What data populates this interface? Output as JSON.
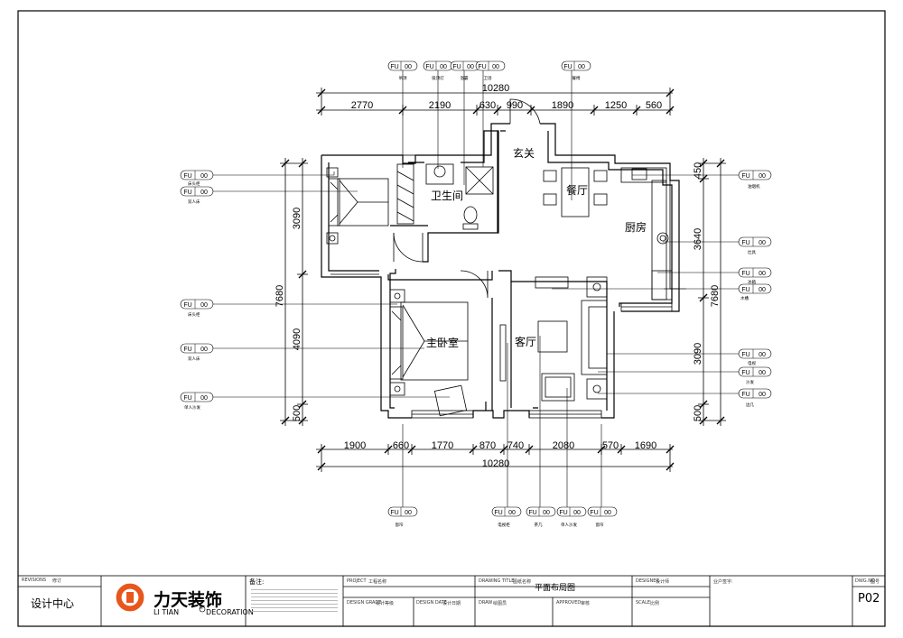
{
  "plan": {
    "rooms": [
      {
        "id": "entry",
        "label": "玄关"
      },
      {
        "id": "bath",
        "label": "卫生间"
      },
      {
        "id": "dining",
        "label": "餐厅"
      },
      {
        "id": "kitchen",
        "label": "厨房"
      },
      {
        "id": "master",
        "label": "主卧室"
      },
      {
        "id": "living",
        "label": "客厅"
      }
    ],
    "dims": {
      "top_total": "10280",
      "top_segments": [
        "2770",
        "2190",
        "630",
        "990",
        "1890",
        "1250",
        "560"
      ],
      "bottom_total": "10280",
      "bottom_segments": [
        "1900",
        "660",
        "1770",
        "870",
        "740",
        "2080",
        "570",
        "1690"
      ],
      "left_total": "7680",
      "left_segments": [
        "3090",
        "4090",
        "500"
      ],
      "right_total": "7680",
      "right_segments": [
        "450",
        "3640",
        "3090",
        "500"
      ]
    },
    "tag_prefix": "FU",
    "tag_num": "00",
    "top_tag_labels": [
      "吊顶",
      "吸顶灯",
      "浴霸",
      "卫浴",
      "餐椅"
    ],
    "left_tag_labels": [
      "床头柜",
      "双人床",
      "床头柜",
      "双人床",
      "单人沙发"
    ],
    "right_tag_labels": [
      "油烟机",
      "灶具",
      "冰箱",
      "水槽",
      "电视",
      "沙发",
      "边几"
    ],
    "bottom_tag_labels": [
      "窗帘",
      "电视柜",
      "茶几",
      "单人沙发",
      "窗帘"
    ]
  },
  "titleblock": {
    "revisions_label": "REVISIONS",
    "revisions_value": "修订",
    "design_center": "设计中心",
    "company_name": "力天装饰",
    "company_pinyin": "LI TIAN",
    "company_en": "DECORATION",
    "note_label": "备注:",
    "project_label": "PROJECT",
    "project_value": "工程名称",
    "drawing_title_label": "DRAWING TITLE",
    "drawing_title_value": "图纸名称",
    "drawing_title_main": "平面布局图",
    "designer_label": "DESIGNER",
    "designer_value": "设计师",
    "client_sign_label": "业户签字:",
    "design_grade_label": "DESIGN GRADE",
    "design_grade_value": "设计等级",
    "design_date_label": "DESIGN DATE",
    "design_date_value": "设计日期",
    "draw_label": "DRAW",
    "draw_value": "绘图员",
    "approved_label": "APPROVED",
    "approved_value": "审核",
    "scale_label": "SCALE",
    "scale_value": "比例",
    "dwg_no_label": "DWG.NO",
    "dwg_no_value": "图号",
    "page_no": "P02"
  }
}
